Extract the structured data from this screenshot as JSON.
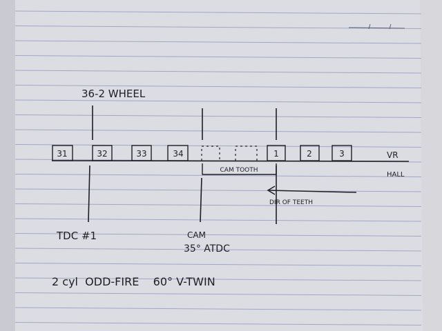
{
  "title": "36-2 WHEEL",
  "teeth_before_gap": [
    "31",
    "32",
    "33",
    "34"
  ],
  "teeth_after_gap": [
    "1",
    "2",
    "3"
  ],
  "sensors": {
    "vr": "VR",
    "hall": "HALL"
  },
  "cam_tooth_label": "CAM TOOTH",
  "direction_label": "DIR OF TEETH",
  "markers": {
    "tdc": "TDC #1",
    "cam": "CAM",
    "cam_angle": "35° ATDC"
  },
  "engine_note": "2 cyl  ODD-FIRE    60° V-TWIN",
  "colors": {
    "paper": "#dcdde3",
    "ruled_line": "#9fa6c8",
    "ink": "#1e1e22"
  }
}
